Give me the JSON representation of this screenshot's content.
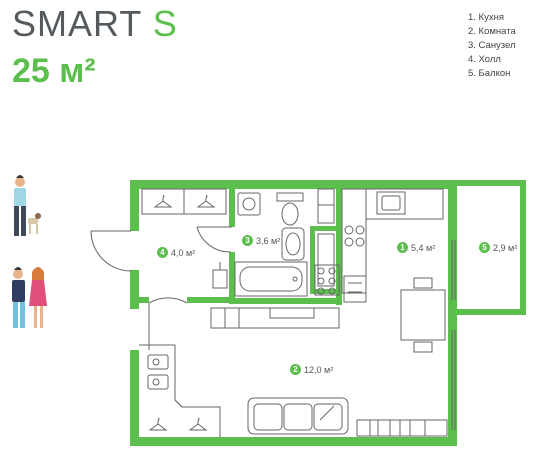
{
  "header": {
    "title_main": "SMART",
    "title_accent": "S",
    "area": "25 м²"
  },
  "legend": [
    "1. Кухня",
    "2. Комната",
    "3. Санузел",
    "4. Холл",
    "5. Балкон"
  ],
  "rooms": {
    "kitchen": {
      "num": "1",
      "area": "5,4 м²"
    },
    "room": {
      "num": "2",
      "area": "12,0 м²"
    },
    "bathroom": {
      "num": "3",
      "area": "3,6 м²"
    },
    "hall": {
      "num": "4",
      "area": "4,0 м²"
    },
    "balcony": {
      "num": "5",
      "area": "2,9 м²"
    }
  },
  "colors": {
    "accent": "#5cbf4d",
    "wall": "#5cbf4d",
    "text": "#555a5e",
    "line": "#666666"
  },
  "icons": [
    "people-icon",
    "hanger-icon",
    "sofa-icon",
    "bathtub-icon",
    "toilet-icon",
    "sink-icon",
    "stove-icon",
    "washing-machine-icon",
    "table-icon",
    "chair-icon"
  ]
}
